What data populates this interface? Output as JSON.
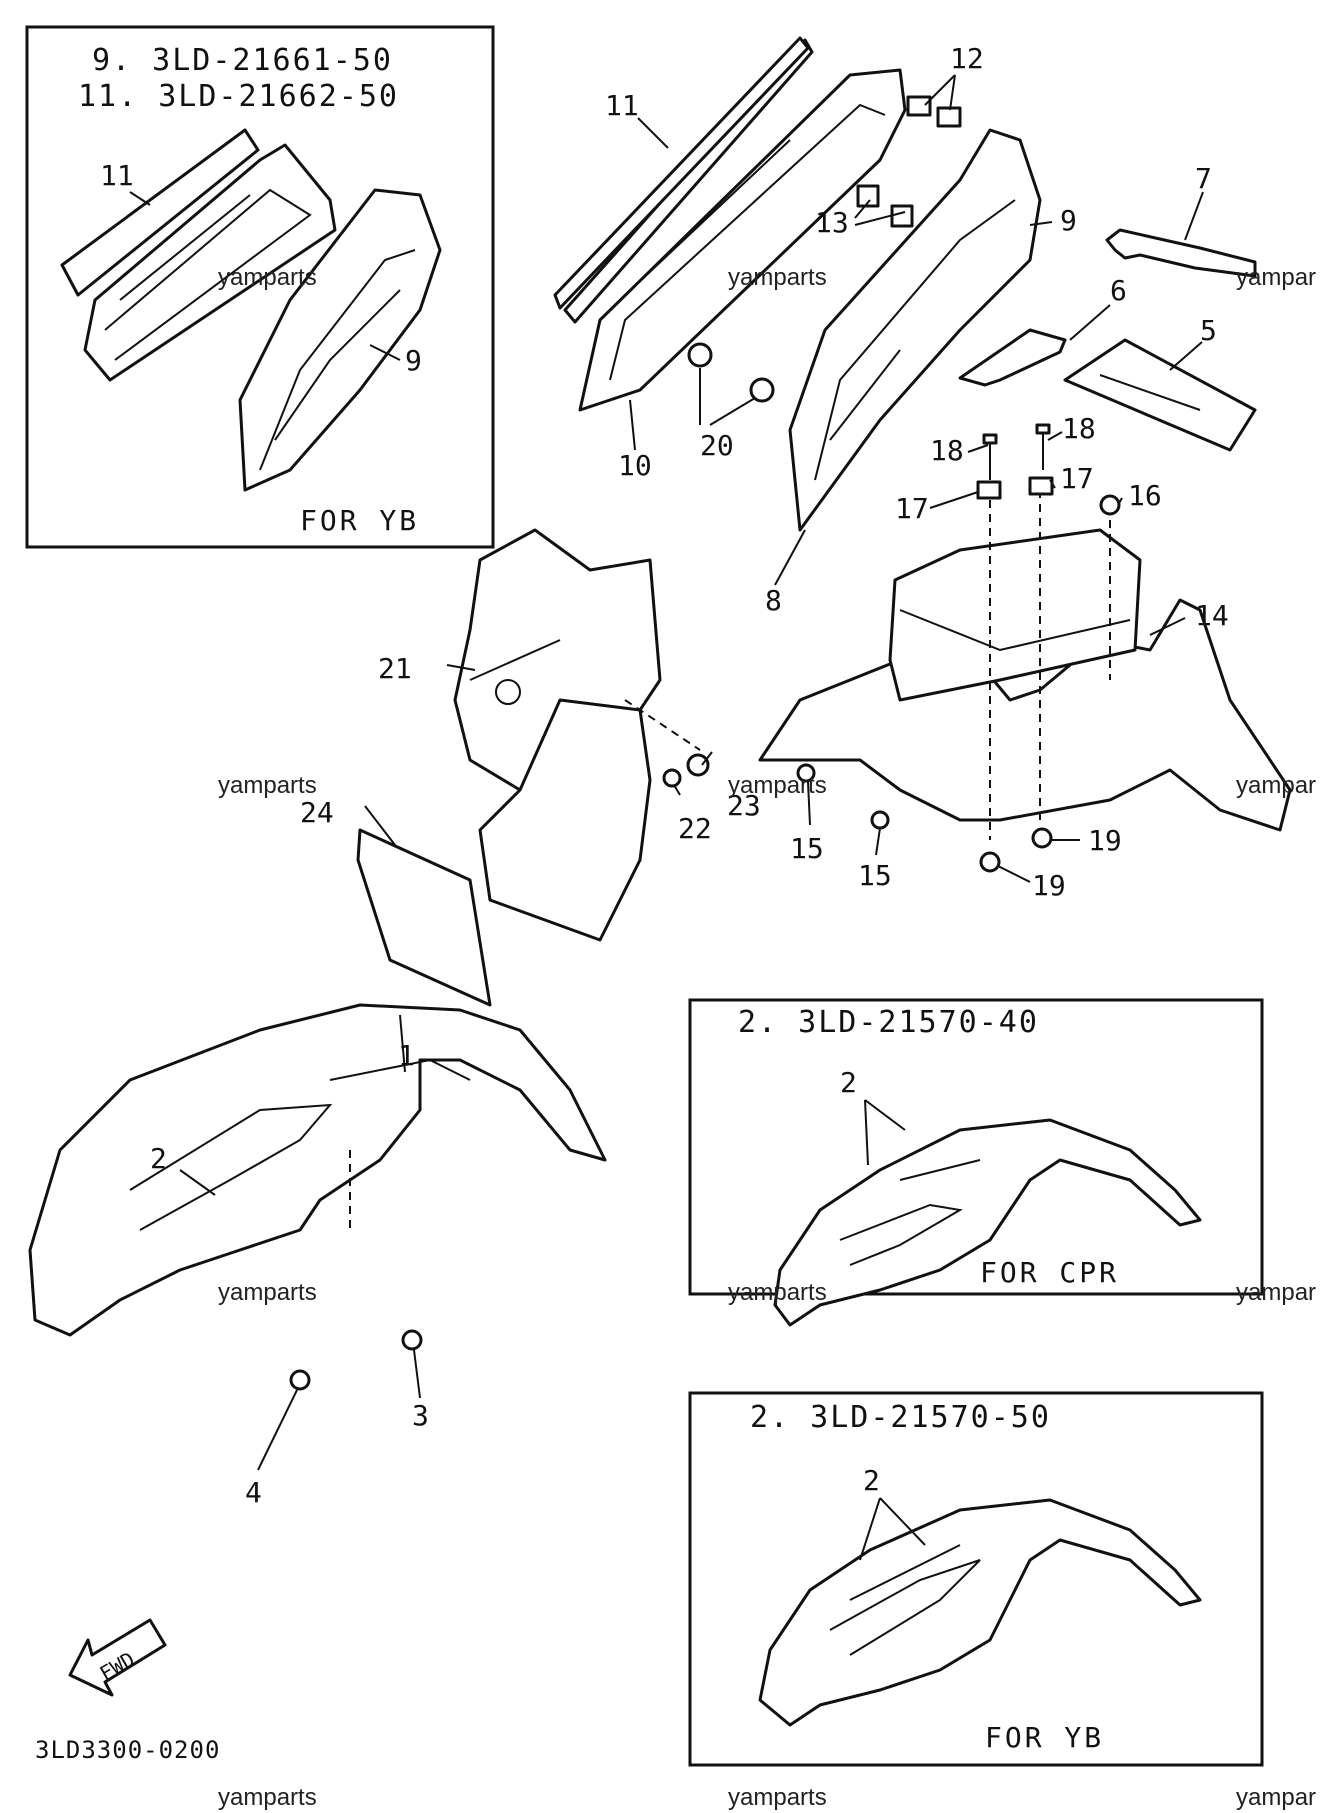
{
  "insets": [
    {
      "lines": [
        "9.  3LD-21661-50",
        "11.  3LD-21662-50"
      ],
      "caption": "FOR  YB"
    },
    {
      "lines": [
        "2.  3LD-21570-40"
      ],
      "caption": "FOR  CPR"
    },
    {
      "lines": [
        "2.  3LD-21570-50"
      ],
      "caption": "FOR  YB"
    }
  ],
  "inset_callouts": [
    "11",
    "9",
    "2",
    "2"
  ],
  "callouts": [
    "1",
    "2",
    "3",
    "4",
    "5",
    "6",
    "7",
    "8",
    "9",
    "10",
    "11",
    "12",
    "13",
    "14",
    "15",
    "15",
    "16",
    "17",
    "17",
    "18",
    "18",
    "19",
    "19",
    "20",
    "21",
    "22",
    "23",
    "24"
  ],
  "arrow_label": "FWD",
  "diagram_code": "3LD3300-0200",
  "watermark": "yamparts",
  "watermark_cut": "yampar"
}
